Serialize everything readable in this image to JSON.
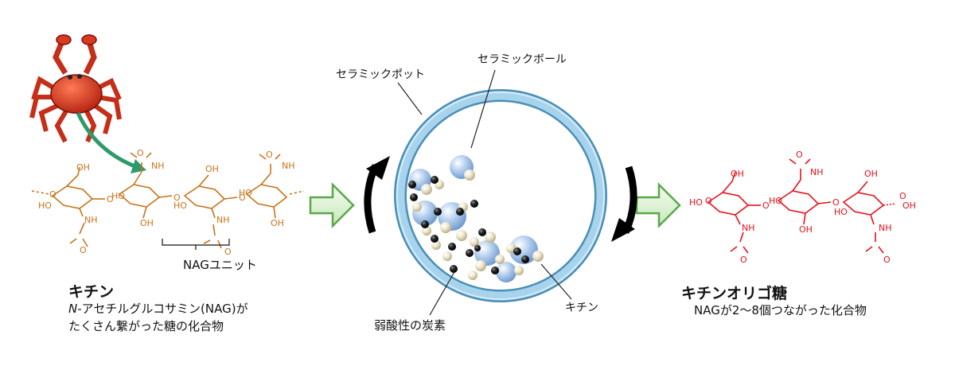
{
  "colors": {
    "chitin": "#c8741a",
    "oligo": "#e8101a",
    "pot": "#9ccbe6",
    "pot_edge": "#4a8fb6",
    "arrow_green": "#5aa84a",
    "crab": "#d93a20",
    "crab_arrow": "#2e9a6a"
  },
  "icons": [
    "crab-icon",
    "green-process-arrow-icon",
    "rotation-arrow-icon"
  ],
  "labels": {
    "nag_unit": "NAGユニット",
    "chitin_title": "キチン",
    "chitin_desc_italic": "N",
    "chitin_desc_line1_rest": "-アセチルグルコサミン(NAG)が",
    "chitin_desc_line2": "たくさん繋がった糖の化合物",
    "ceramic_pot": "セラミックポット",
    "ceramic_ball": "セラミックボール",
    "weak_acid_carbon": "弱酸性の炭素",
    "chitin_in_pot": "キチン",
    "oligo_title": "キチンオリゴ糖",
    "oligo_desc": "NAGが2～8個つながった化合物"
  },
  "chem": {
    "oh": "OH",
    "ho": "HO",
    "nh": "NH",
    "o": "O"
  }
}
